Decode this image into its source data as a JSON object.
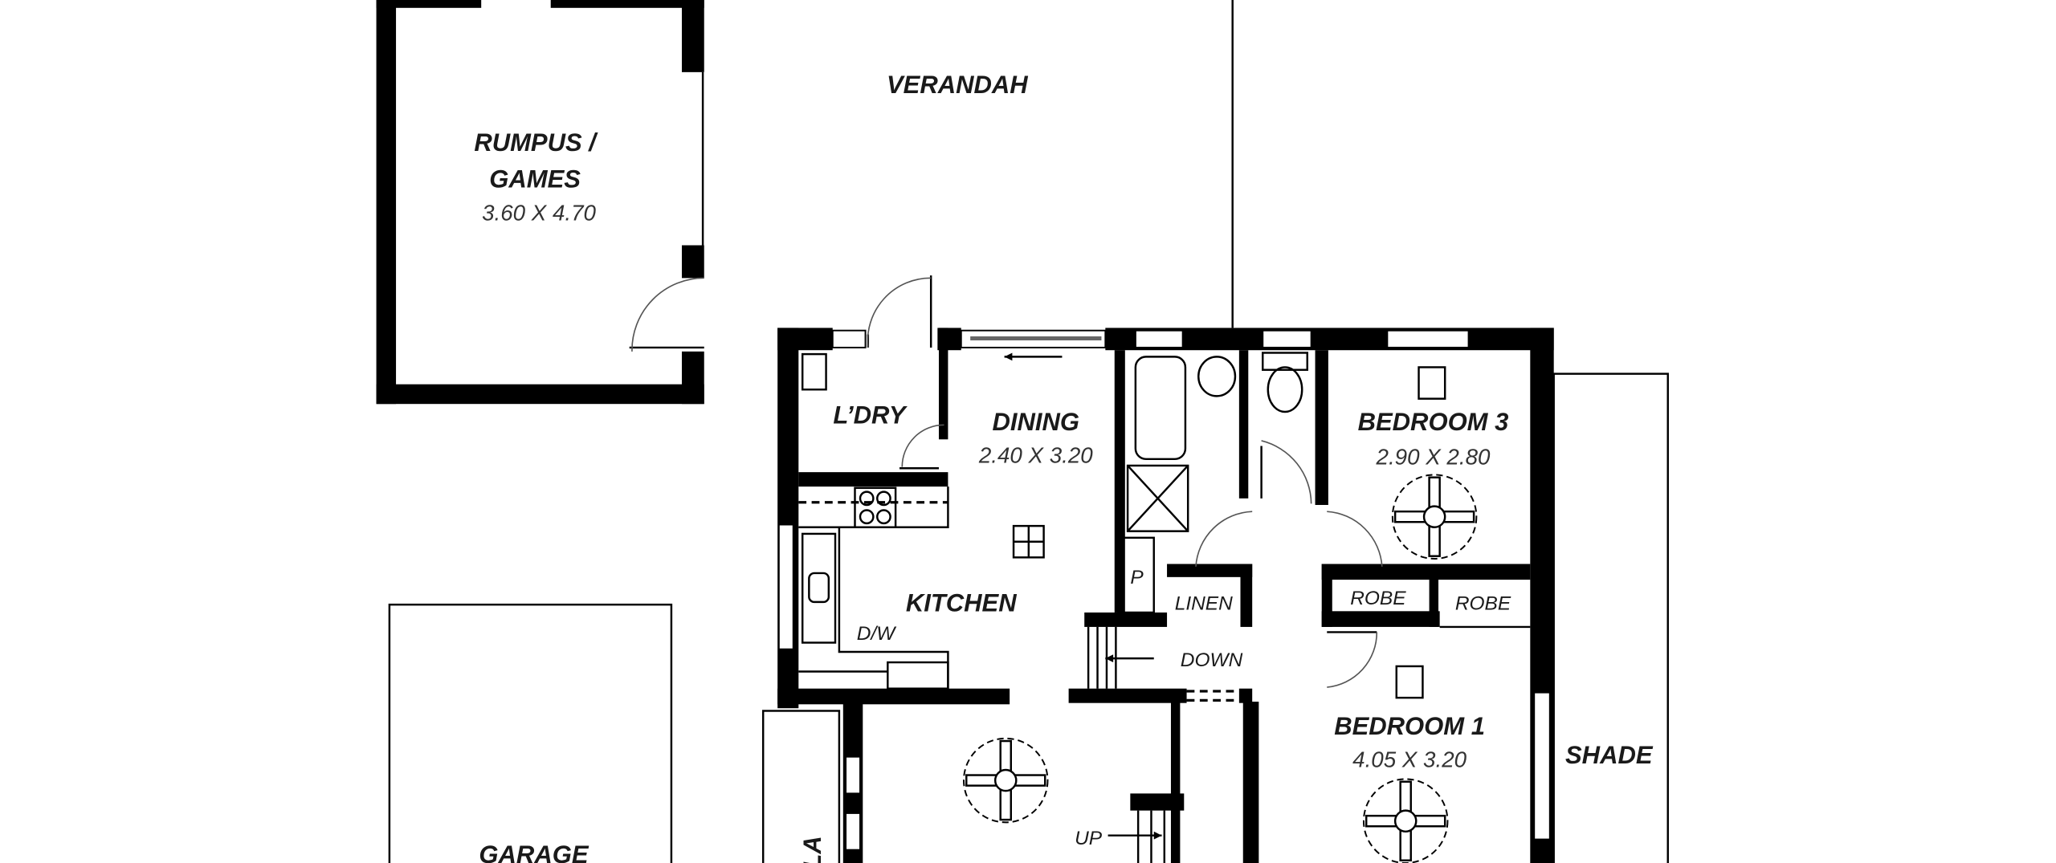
{
  "rooms": {
    "rumpus": {
      "name_line1": "RUMPUS /",
      "name_line2": "GAMES",
      "size": "3.60 X 4.70"
    },
    "verandah": {
      "name": "VERANDAH"
    },
    "verandah_side": {
      "name": "LA"
    },
    "laundry": {
      "name": "L’DRY"
    },
    "dining": {
      "name": "DINING",
      "size": "2.40 X 3.20"
    },
    "kitchen": {
      "name": "KITCHEN",
      "dishwasher": "D/W"
    },
    "bedroom3": {
      "name": "BEDROOM 3",
      "size": "2.90 X 2.80"
    },
    "bedroom1": {
      "name": "BEDROOM 1",
      "size": "4.05 X 3.20"
    },
    "pantry": {
      "name": "P"
    },
    "linen": {
      "name": "LINEN"
    },
    "robe1": {
      "name": "ROBE"
    },
    "robe2": {
      "name": "ROBE"
    },
    "shade": {
      "name": "SHADE"
    },
    "garage": {
      "name": "GARAGE"
    }
  },
  "stairs": {
    "down": "DOWN",
    "up": "UP"
  }
}
